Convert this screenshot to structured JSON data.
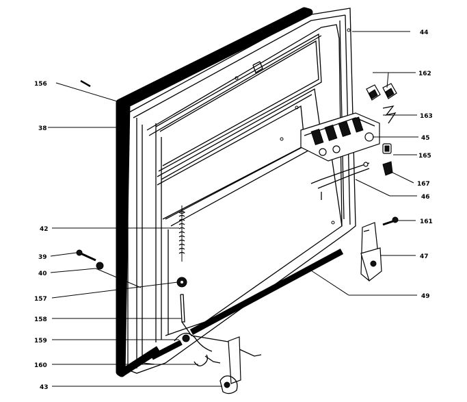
{
  "diagram": {
    "callouts": [
      {
        "id": "c156",
        "label": "156"
      },
      {
        "id": "c38",
        "label": "38"
      },
      {
        "id": "c44",
        "label": "44"
      },
      {
        "id": "c162",
        "label": "162"
      },
      {
        "id": "c163",
        "label": "163"
      },
      {
        "id": "c45",
        "label": "45"
      },
      {
        "id": "c165",
        "label": "165"
      },
      {
        "id": "c167",
        "label": "167"
      },
      {
        "id": "c46",
        "label": "46"
      },
      {
        "id": "c42",
        "label": "42"
      },
      {
        "id": "c39",
        "label": "39"
      },
      {
        "id": "c40",
        "label": "40"
      },
      {
        "id": "c161",
        "label": "161"
      },
      {
        "id": "c47",
        "label": "47"
      },
      {
        "id": "c157",
        "label": "157"
      },
      {
        "id": "c49",
        "label": "49"
      },
      {
        "id": "c158",
        "label": "158"
      },
      {
        "id": "c159",
        "label": "159"
      },
      {
        "id": "c160",
        "label": "160"
      },
      {
        "id": "c43",
        "label": "43"
      }
    ]
  }
}
